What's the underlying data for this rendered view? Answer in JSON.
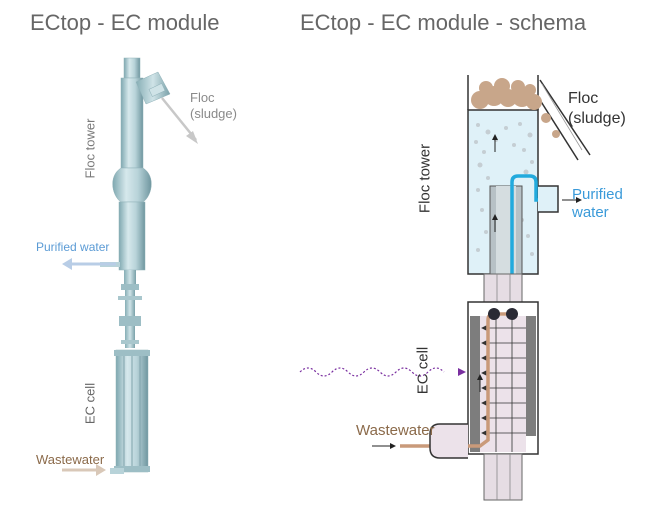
{
  "left_panel": {
    "title": "ECtop - EC module",
    "labels": {
      "floc_tower": "Floc tower",
      "floc_sludge_line1": "Floc",
      "floc_sludge_line2": "(sludge)",
      "purified_water": "Purified water",
      "ec_cell": "EC cell",
      "wastewater": "Wastewater"
    }
  },
  "right_panel": {
    "title": "ECtop - EC module - schema",
    "labels": {
      "floc_tower": "Floc tower",
      "floc_sludge_line1": "Floc",
      "floc_sludge_line2": "(sludge)",
      "purified_water_line1": "Purified",
      "purified_water_line2": "water",
      "ec_cell": "EC cell",
      "wastewater": "Wastewater"
    }
  },
  "colors": {
    "title": "#666666",
    "purified_water": "#5b9bd5",
    "wastewater": "#8b6a4a",
    "floc": "#c8a68a",
    "tower_fill": "#dff1f8",
    "pipe_blue": "#22aadd",
    "pipe_brown": "#c99a7a",
    "electricity": "#7a2fa0"
  }
}
